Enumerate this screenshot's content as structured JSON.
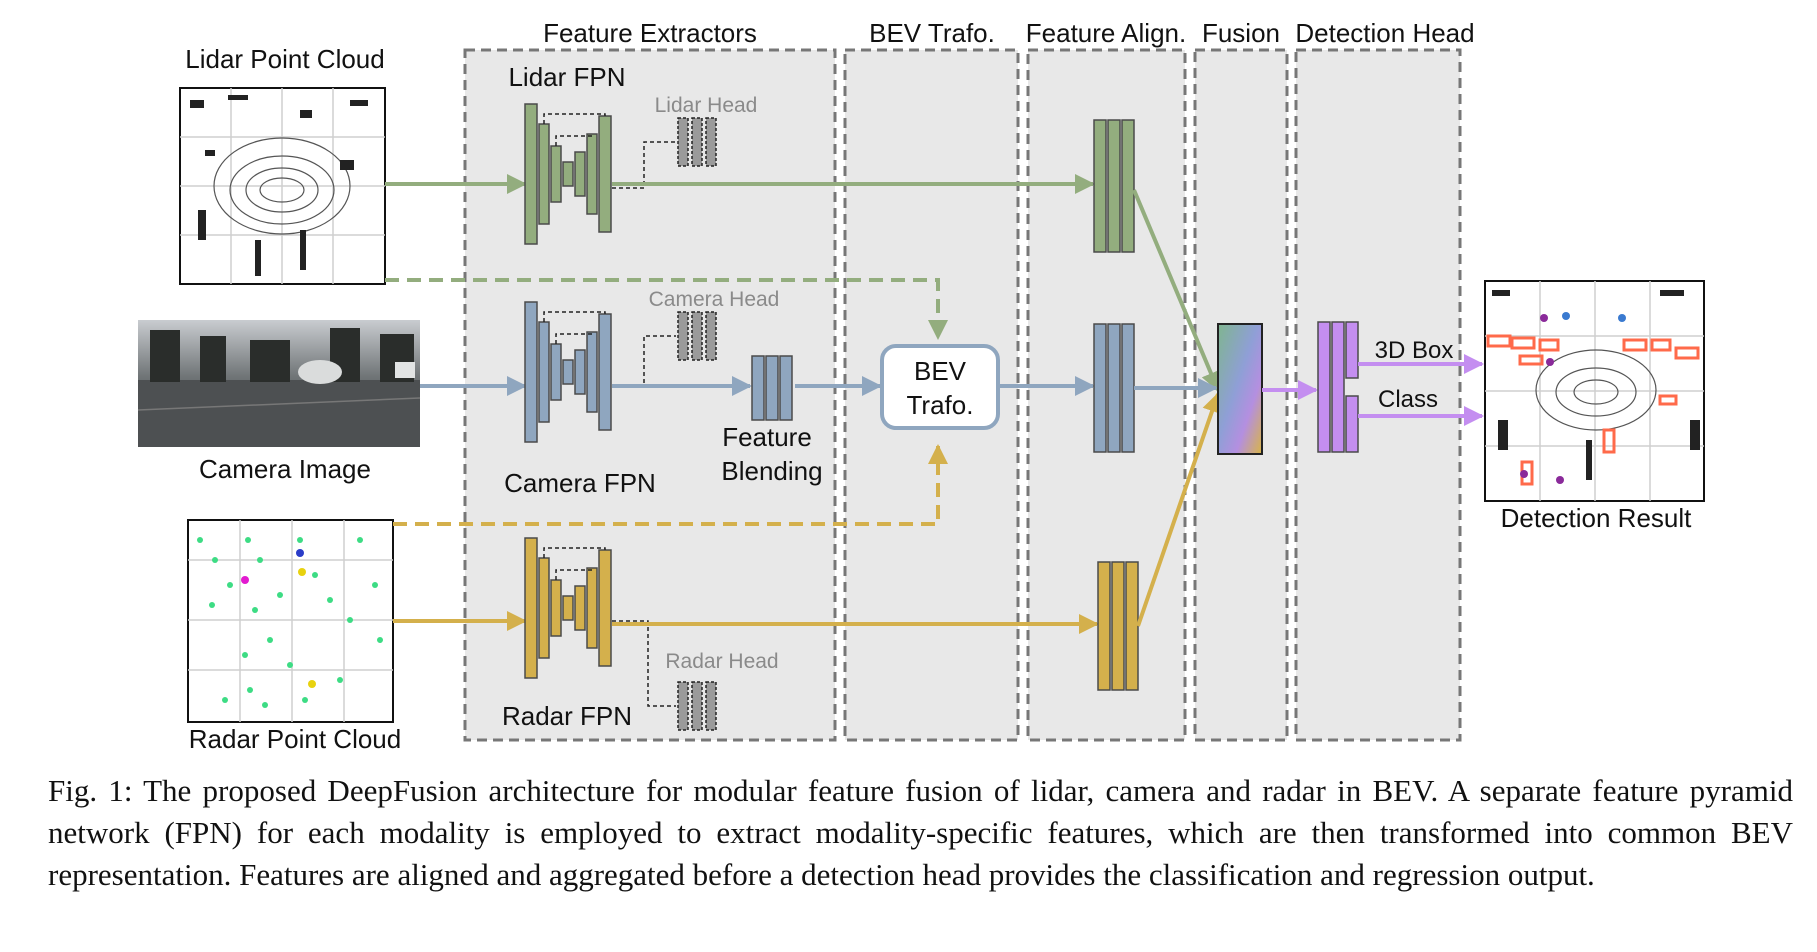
{
  "stages": {
    "feature_extractors": "Feature Extractors",
    "bev_trafo": "BEV Trafo.",
    "feature_align": "Feature Align.",
    "fusion": "Fusion",
    "detection_head": "Detection Head"
  },
  "inputs": {
    "lidar": "Lidar Point Cloud",
    "camera": "Camera Image",
    "radar": "Radar Point Cloud"
  },
  "fpn": {
    "lidar": "Lidar FPN",
    "camera": "Camera FPN",
    "radar": "Radar FPN"
  },
  "heads": {
    "lidar": "Lidar Head",
    "camera": "Camera Head",
    "radar": "Radar Head"
  },
  "blending": {
    "line1": "Feature",
    "line2": "Blending"
  },
  "bev_box": {
    "line1": "BEV",
    "line2": "Trafo."
  },
  "outputs": {
    "box": "3D Box",
    "class": "Class"
  },
  "result": "Detection Result",
  "caption": {
    "label": "Fig. 1:",
    "text": "The proposed DeepFusion architecture for modular feature fusion of lidar, camera and radar in BEV. A separate feature pyramid network (FPN) for each modality is employed to extract modality-specific features, which are then transformed into common BEV representation. Features are aligned and aggregated before a detection head provides the classification and regression output."
  },
  "colors": {
    "lidar": "#93ad7e",
    "camera": "#8fa6bf",
    "radar": "#d4b04c",
    "fused": "#c48ef0",
    "panel": "#e8e8e8",
    "head_gray": "#9a9a9a"
  }
}
